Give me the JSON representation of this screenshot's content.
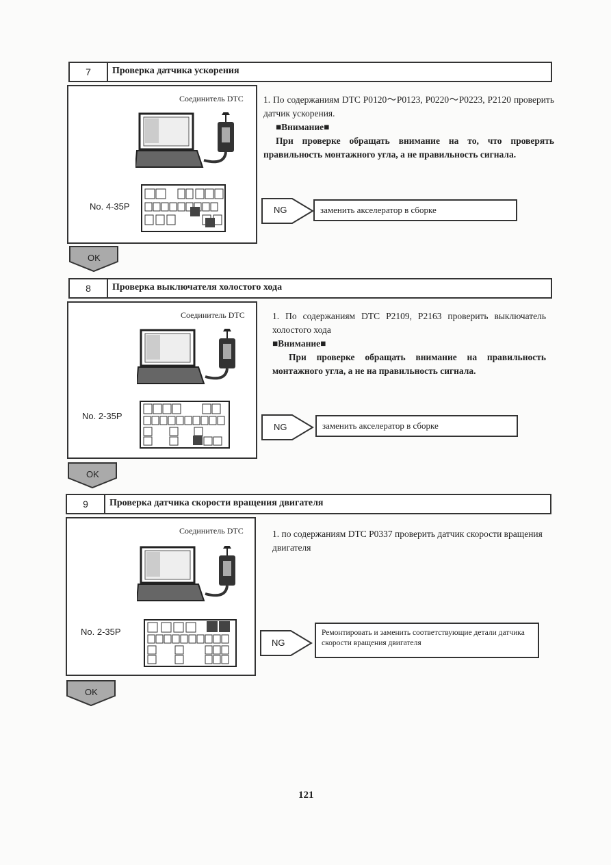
{
  "sections": [
    {
      "num": "7",
      "title": "Проверка датчика ускорения",
      "connector_label": "Соединитель DTC",
      "part_no": "No. 4-35P",
      "line1": "1. По содержаниям DTC P0120～P0123, P0220～P0223, P2120 проверить датчик ускорения.",
      "attention": "■Внимание■",
      "bold_text": "При проверке обращать внимание на то, что проверять правильность монтажного угла, а не правильность сигнала.",
      "ng_label": "NG",
      "ng_text": "заменить акселератор в сборке",
      "ok_label": "OK"
    },
    {
      "num": "8",
      "title": "Проверка выключателя холостого хода",
      "connector_label": "Соединитель DTC",
      "part_no": "No. 2-35P",
      "line1": "1. По содержаниям DTC P2109, P2163 проверить выключатель холостого хода",
      "attention": "■Внимание■",
      "bold_text": "При проверке обращать внимание на правильность монтажного угла, а не на правильность сигнала.",
      "ng_label": "NG",
      "ng_text": "заменить акселератор в сборке",
      "ok_label": "OK"
    },
    {
      "num": "9",
      "title": "Проверка датчика скорости вращения двигателя",
      "connector_label": "Соединитель DTC",
      "part_no": "No. 2-35P",
      "line1": "1. по содержаниям DTC P0337 проверить датчик скорости вращения двигателя",
      "ng_label": "NG",
      "ng_text": "Ремонтировать и заменить соответствующие детали датчика скорости вращения двигателя",
      "ok_label": "OK"
    }
  ],
  "page_number": "121"
}
